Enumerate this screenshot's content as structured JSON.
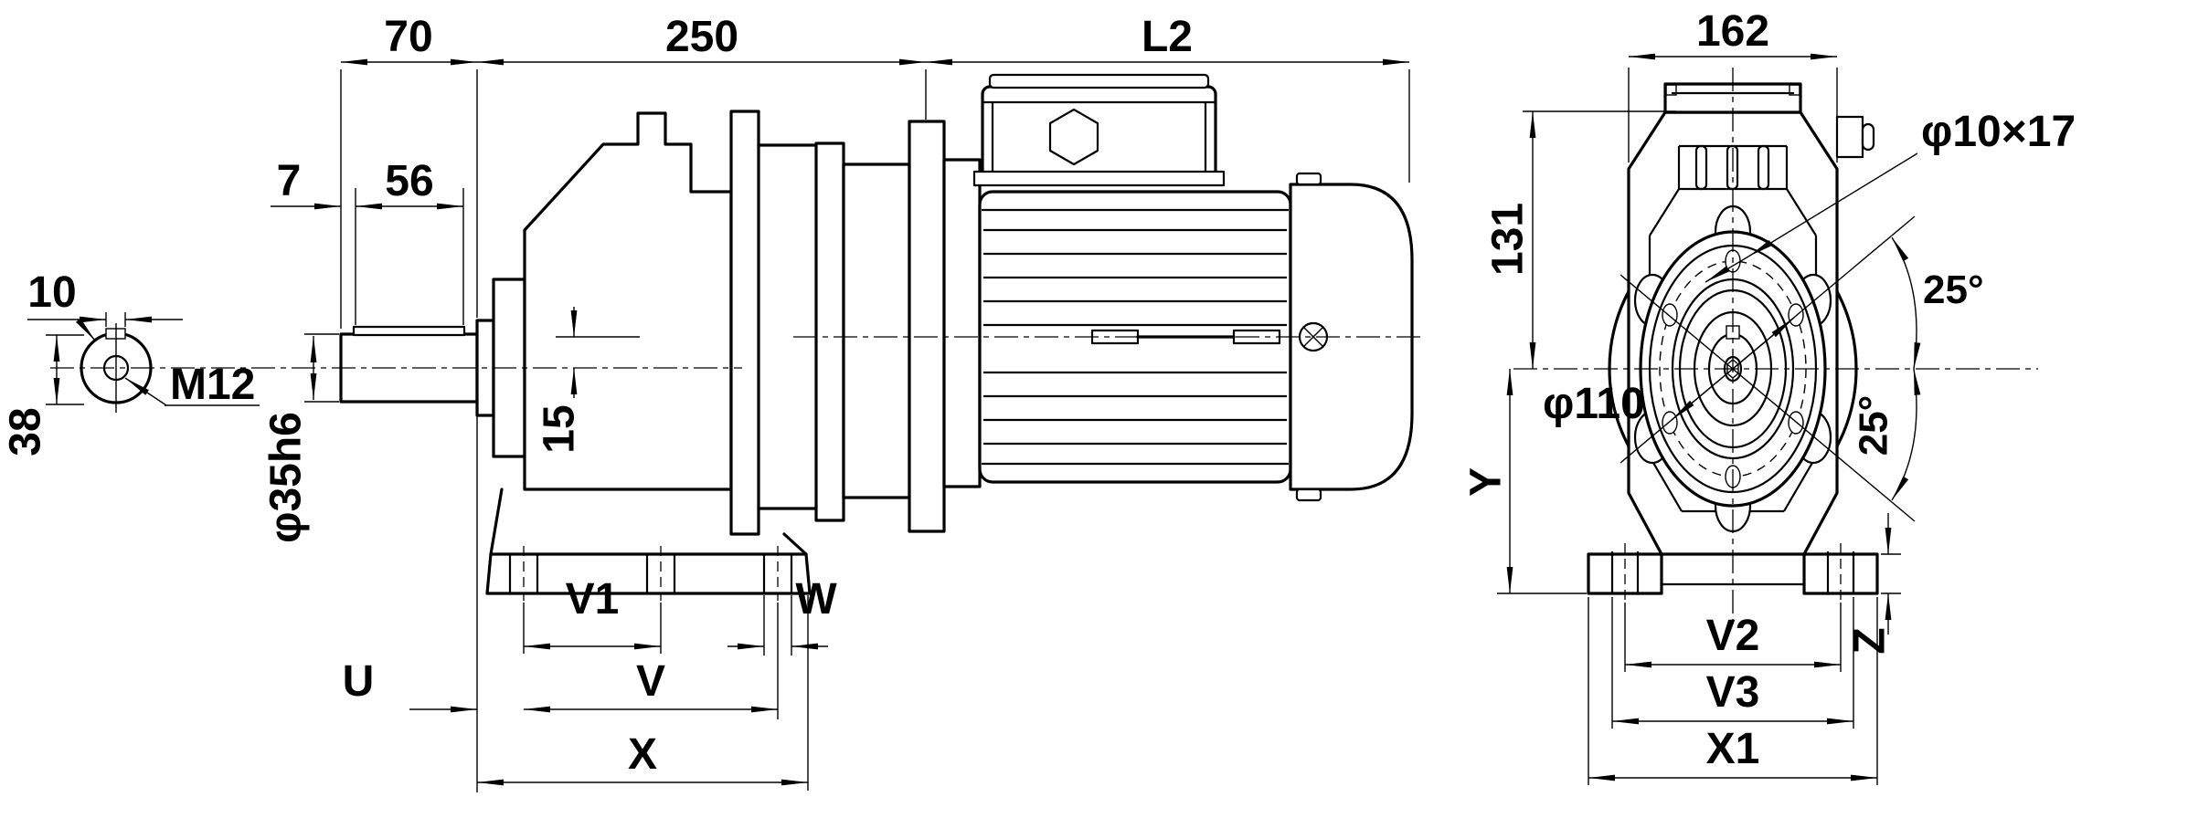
{
  "colors": {
    "line": "#000000",
    "background": "#ffffff"
  },
  "dims": {
    "shaft_length": "70",
    "housing_length": "250",
    "motor_length": "L2",
    "key_setback": "7",
    "key_length": "56",
    "key_width": "10",
    "height_over_key": "38",
    "center_tap": "M12",
    "output_shaft_diameter": "φ35h6",
    "axis_offset": "15",
    "u": "U",
    "v": "V",
    "v1": "V1",
    "w": "W",
    "x": "X",
    "front_width": "162",
    "front_upper_height": "131",
    "y": "Y",
    "z": "Z",
    "v2": "V2",
    "v3": "V3",
    "x1": "X1",
    "flange_hole_callout": "φ10×17",
    "bolt_circle_diameter": "φ110",
    "flange_angle_upper": "25°",
    "flange_angle_lower": "25°"
  }
}
